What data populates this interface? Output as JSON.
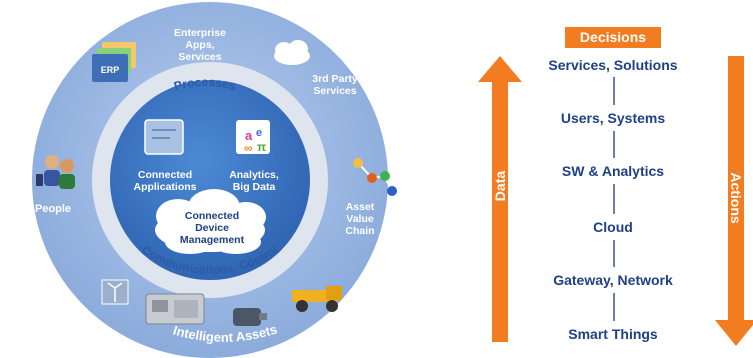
{
  "left_diagram": {
    "outer_ring": {
      "enterprise": "Enterprise\nApps,\nServices",
      "erp": "ERP",
      "third_party": "3rd Party\nServices",
      "people": "People",
      "asset_chain": "Asset\nValue\nChain",
      "intelligent_assets": "Intelligent Assets"
    },
    "middle_ring": {
      "processes": "Processes",
      "communications": "Communications, Control"
    },
    "inner_core": {
      "connected_apps": "Connected\nApplications",
      "analytics": "Analytics,\nBig Data",
      "device_mgmt": "Connected\nDevice\nManagement"
    },
    "colors": {
      "outer": "#8fb0df",
      "ring": "#dfe5ee",
      "core": "#3a76c8",
      "cloud": "#ffffff"
    }
  },
  "right_diagram": {
    "header": "Decisions",
    "left_arrow_label": "Data",
    "right_arrow_label": "Actions",
    "layers": [
      "Services, Solutions",
      "Users, Systems",
      "SW & Analytics",
      "Cloud",
      "Gateway, Network",
      "Smart Things"
    ],
    "colors": {
      "arrow": "#f47c20",
      "text": "#1f3f86"
    }
  }
}
